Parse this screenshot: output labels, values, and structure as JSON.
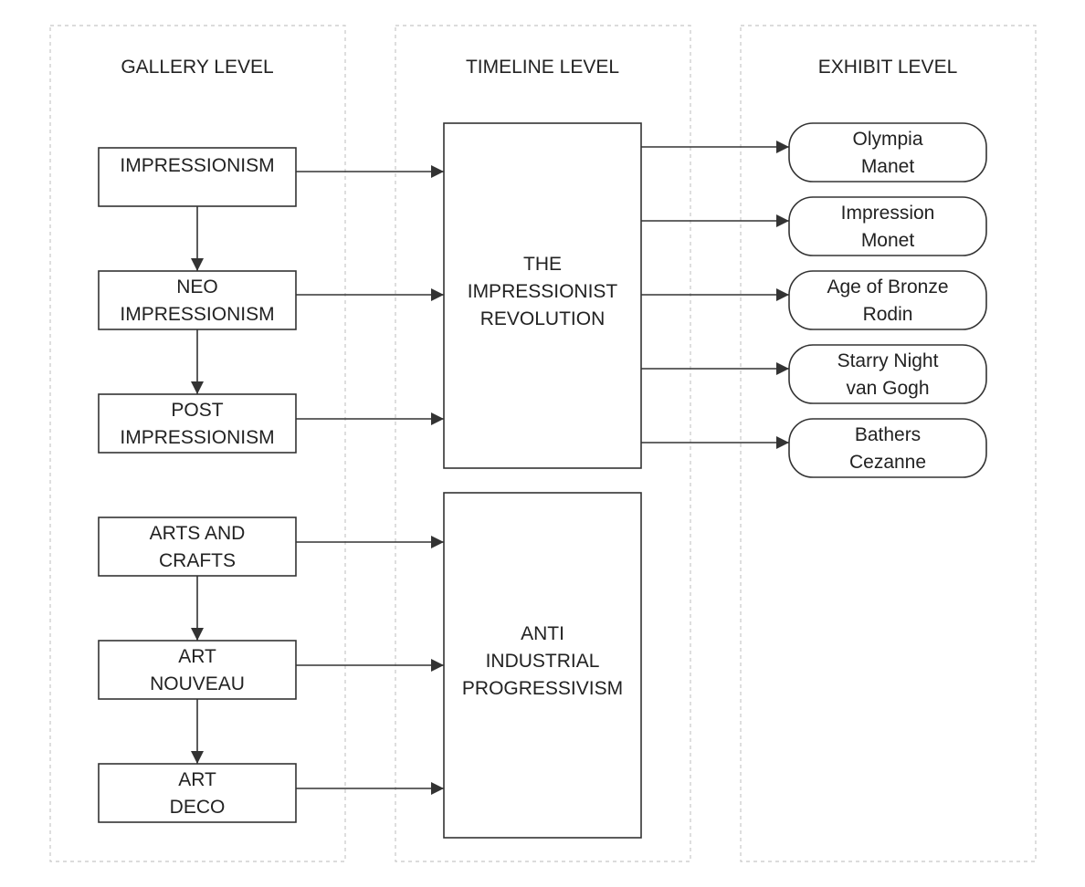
{
  "lanes": {
    "gallery": "GALLERY LEVEL",
    "timeline": "TIMELINE LEVEL",
    "exhibit": "EXHIBIT LEVEL"
  },
  "gallery": [
    [
      "IMPRESSIONISM"
    ],
    [
      "NEO",
      "IMPRESSIONISM"
    ],
    [
      "POST",
      "IMPRESSIONISM"
    ],
    [
      "ARTS AND",
      "CRAFTS"
    ],
    [
      "ART",
      "NOUVEAU"
    ],
    [
      "ART",
      "DECO"
    ]
  ],
  "timeline": [
    [
      "THE",
      "IMPRESSIONIST",
      "REVOLUTION"
    ],
    [
      "ANTI",
      "INDUSTRIAL",
      "PROGRESSIVISM"
    ]
  ],
  "exhibits": [
    [
      "Olympia",
      "Manet"
    ],
    [
      "Impression",
      "Monet"
    ],
    [
      "Age of Bronze",
      "Rodin"
    ],
    [
      "Starry Night",
      "van Gogh"
    ],
    [
      "Bathers",
      "Cezanne"
    ]
  ],
  "colors": {
    "stroke": "#333333",
    "lane_border": "#c8c8c8",
    "text": "#222222"
  }
}
